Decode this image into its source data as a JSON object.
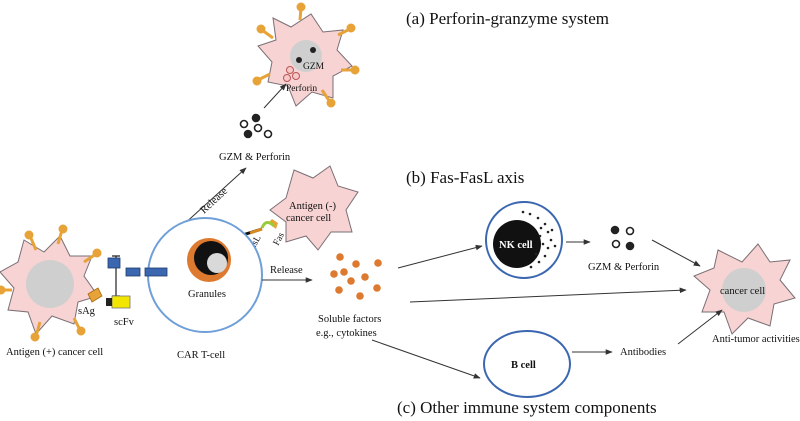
{
  "captions": {
    "a": "(a) Perforin-granzyme system",
    "b": "(b) Fas-FasL axis",
    "c": "(c) Other immune system components"
  },
  "labels": {
    "gzm_on_cell": "GZM",
    "perforin_on_cell": "Perforin",
    "gzm_perforin_top": "GZM & Perforin",
    "release_diag": "Release",
    "antigen_neg_1": "Antigen (-)",
    "antigen_neg_2": "cancer cell",
    "fasl": "FasL",
    "fas": "Fas",
    "release_horiz": "Release",
    "soluble_1": "Soluble factors",
    "soluble_2": "e.g., cytokines",
    "nk_cell": "NK cell",
    "gzm_perforin_right": "GZM & Perforin",
    "cancer_cell_right": "cancer cell",
    "anti_tumor": "Anti-tumor activities",
    "b_cell": "B cell",
    "antibodies": "Antibodies",
    "granules": "Granules",
    "car_t_cell": "CAR T-cell",
    "sag": "sAg",
    "scfv": "scFv",
    "antigen_pos": "Antigen (+)  cancer cell"
  },
  "colors": {
    "cancer_cell_fill": "#f7d3d3",
    "cancer_cell_stroke": "#7a6f74",
    "nucleus_gray": "#cfcfcf",
    "receptor_orange": "#e8a338",
    "tcell_border": "#6f9fd8",
    "granule_orange": "#dd7a30",
    "car_blue": "#3b67b0",
    "car_yellow": "#f2e600"
  }
}
